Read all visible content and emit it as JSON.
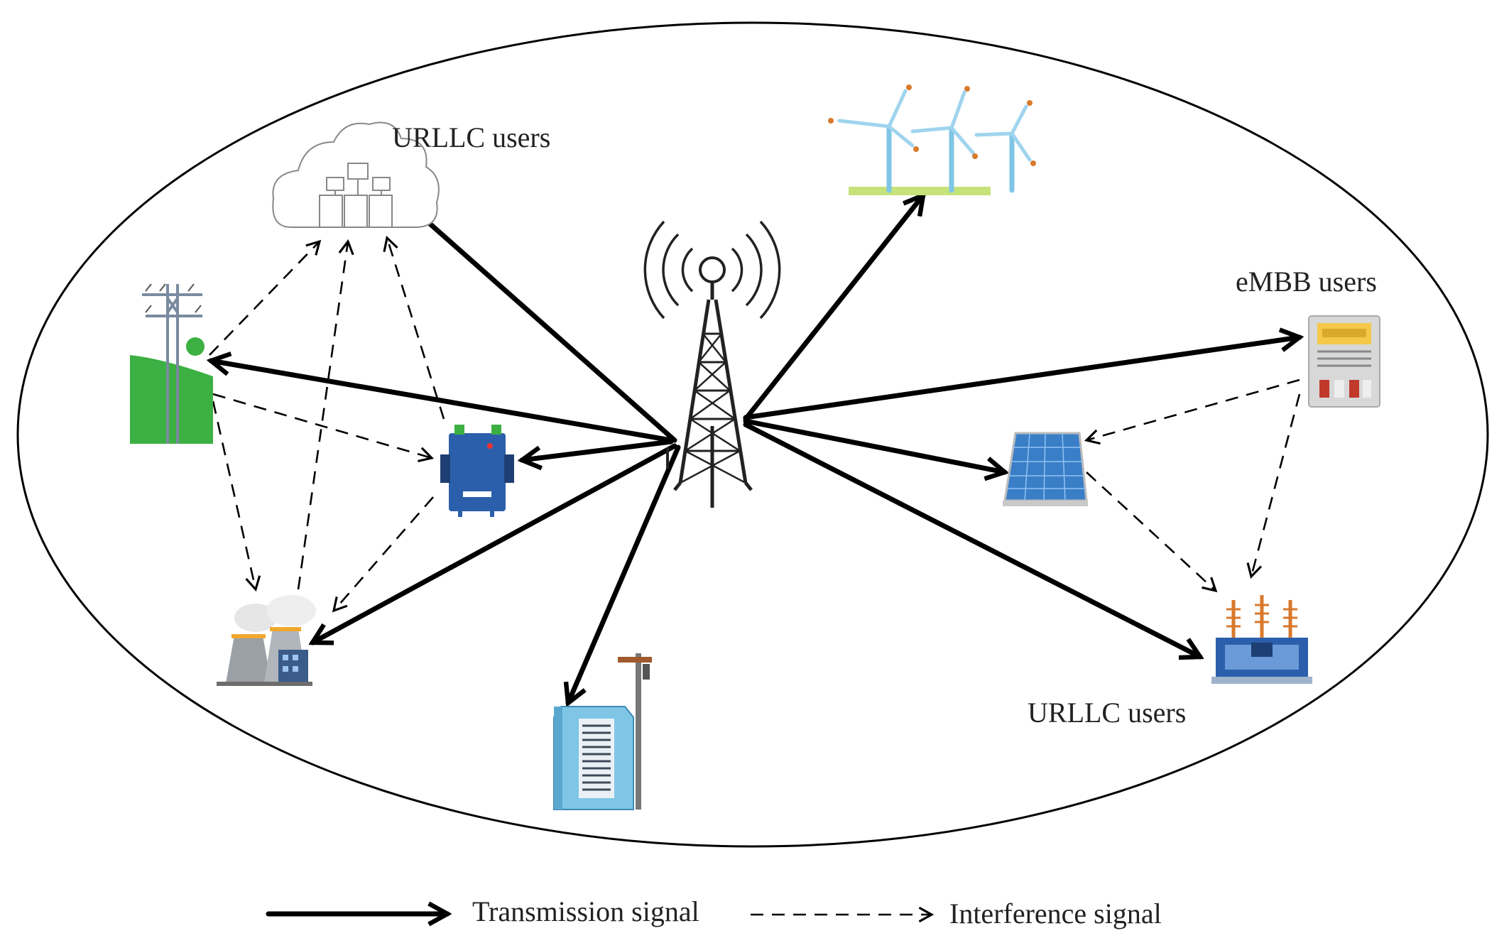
{
  "labels": {
    "urllc_top": "URLLC users",
    "embb": "eMBB users",
    "urllc_bottom": "URLLC users"
  },
  "legend": {
    "transmission": "Transmission signal",
    "interference": "Interference signal"
  },
  "icons": {
    "tower": "cell-tower-icon",
    "cloud": "cloud-server-icon",
    "wind": "wind-turbine-icon",
    "pylon": "power-pylon-icon",
    "gateway": "iot-gateway-icon",
    "plant": "power-plant-icon",
    "cabinet": "distribution-cabinet-icon",
    "solar": "solar-panel-icon",
    "meter": "smart-meter-icon",
    "substation": "substation-transformer-icon"
  },
  "colors": {
    "line": "#000000",
    "green": "#3cb043",
    "blue": "#2b5fab",
    "light_blue": "#7fc6e6",
    "orange": "#d8792c"
  }
}
